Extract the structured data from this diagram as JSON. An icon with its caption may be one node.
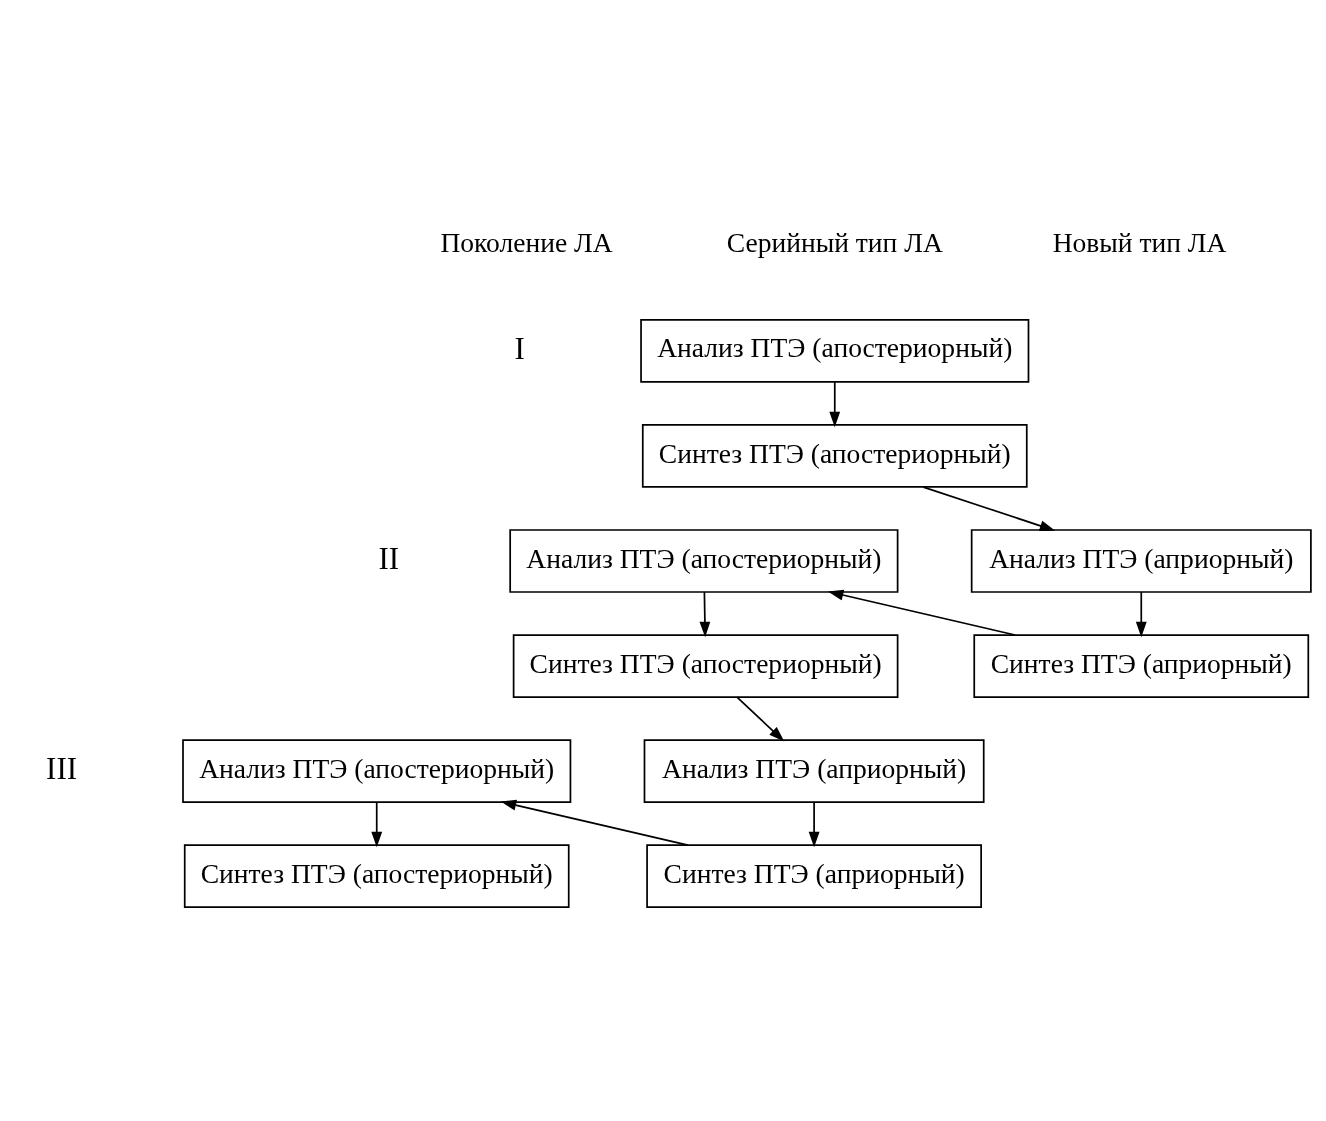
{
  "diagram": {
    "nodes": [
      {
        "text": [
          "Анализ ПТЭ (апостериорный)"
        ]
      },
      {
        "text": [
          "Синтез ПТЭ (апостериорный)"
        ]
      },
      {
        "text": [
          "Анализ ПТЭ (апостериорный)"
        ]
      },
      {
        "text": [
          "Анализ ПТЭ (априорный)"
        ]
      },
      {
        "text": [
          "Синтез ПТЭ (апостериорный)"
        ]
      },
      {
        "text": [
          "Синтез ПТЭ (априорный)"
        ]
      },
      {
        "text": [
          "Анализ ПТЭ (апостериорный)"
        ]
      },
      {
        "text": [
          "Анализ ПТЭ (априорный)"
        ]
      },
      {
        "text": [
          "Синтез ПТЭ (апостериорный)"
        ]
      },
      {
        "text": [
          "Синтез ПТЭ (априорный)"
        ]
      }
    ],
    "edges": [
      {
        "from": 0,
        "to": 1,
        "arrow": "to"
      },
      {
        "from": 1,
        "to": 3,
        "arrow": "to"
      },
      {
        "from": 3,
        "to": 5,
        "arrow": "to"
      },
      {
        "from": 5,
        "to": 2,
        "arrow": "to"
      },
      {
        "from": 2,
        "to": 4,
        "arrow": "to"
      },
      {
        "from": 4,
        "to": 7,
        "arrow": "to"
      },
      {
        "from": 7,
        "to": 9,
        "arrow": "to"
      },
      {
        "from": 9,
        "to": 6,
        "arrow": "to"
      },
      {
        "from": 6,
        "to": 8,
        "arrow": "to"
      }
    ],
    "labels": [
      "Поколение ЛА",
      "Серийный тип ЛА",
      "Новый тип ЛА",
      "I",
      "II",
      "III"
    ]
  }
}
